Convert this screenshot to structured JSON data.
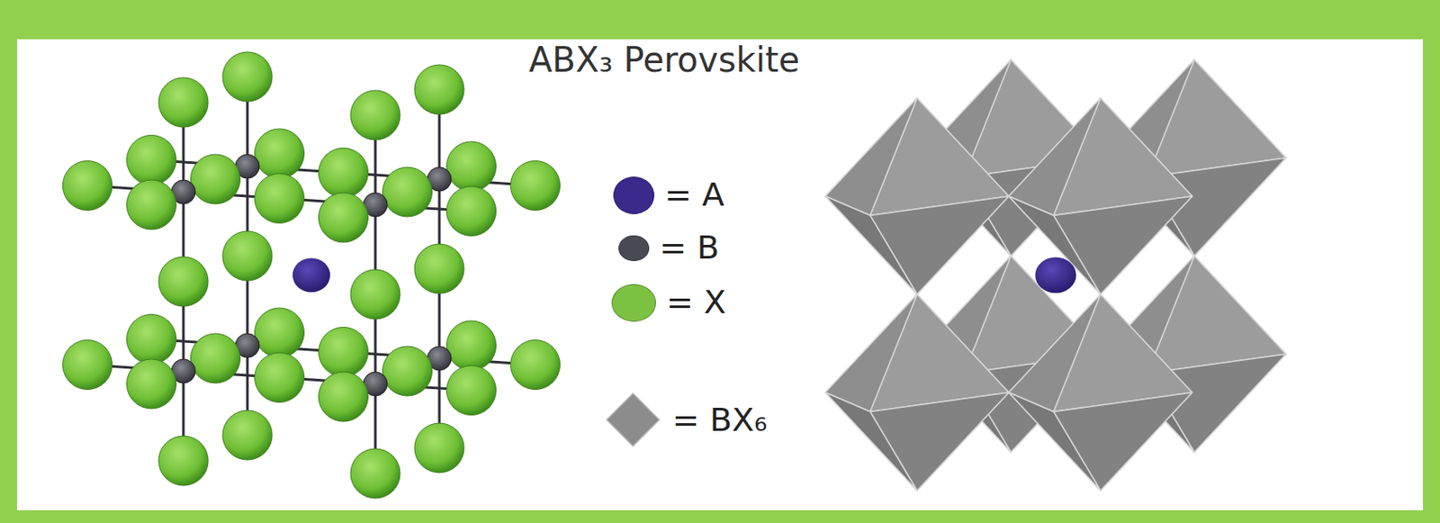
{
  "diagram": {
    "title": "ABX₃ Perovskite",
    "legend": [
      {
        "text": "= A",
        "color": "#3b2a8c"
      },
      {
        "text": "= B",
        "color": "#4a4a55"
      },
      {
        "text": "= X",
        "color": "#7cc242"
      },
      {
        "text": "= BX₆",
        "color": "#8c8c8c"
      }
    ]
  }
}
